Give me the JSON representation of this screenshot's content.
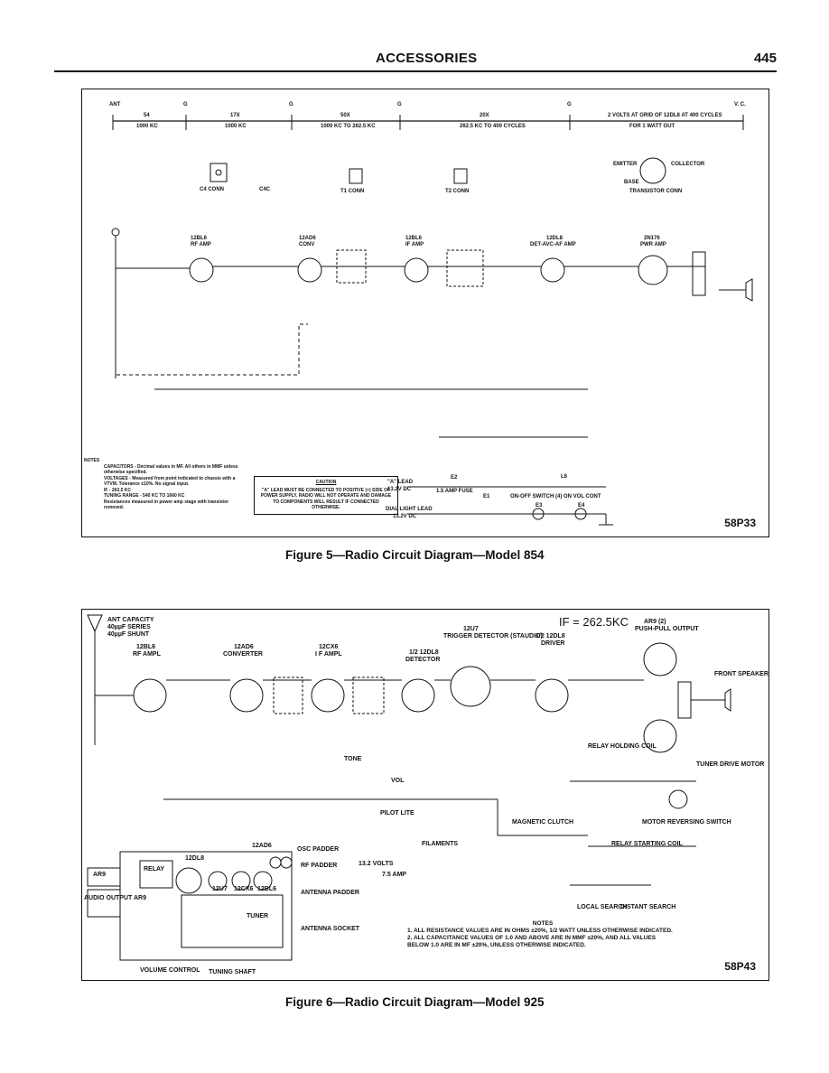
{
  "header": {
    "title": "ACCESSORIES",
    "page_number": "445"
  },
  "figure1": {
    "caption": "Figure 5—Radio Circuit Diagram—Model 854",
    "code": "58P33",
    "top_scale": {
      "labels": [
        "ANT",
        "G",
        "G",
        "G",
        "G",
        "V. C."
      ],
      "values": [
        "54",
        "17X",
        "50X",
        "20X",
        "2 VOLTS AT GRID OF 12DL8 AT 400 CYCLES"
      ],
      "sublabels": [
        "1000 KC",
        "1000 KC",
        "1000 KC TO 262.5 KC",
        "262.5 KC TO 400 CYCLES",
        "FOR 1 WATT OUT"
      ]
    },
    "tubes": [
      {
        "type": "12BL6",
        "role": "RF AMP"
      },
      {
        "type": "12AD6",
        "role": "CONV"
      },
      {
        "type": "12BL6",
        "role": "IF AMP"
      },
      {
        "type": "12DL8",
        "role": "DET-AVC-AF AMP"
      },
      {
        "type": "2N176",
        "role": "PWR AMP"
      }
    ],
    "connector_labels": [
      "C4 CONN",
      "C4C",
      "T1 CONN",
      "T2 CONN",
      "TRANSISTOR CONN"
    ],
    "transistor_pins": [
      "EMITTER",
      "COLLECTOR",
      "BASE"
    ],
    "notes_title": "NOTES",
    "notes": [
      "CAPACITORS - Decimal values in MF.  All others in MMF unless otherwise specified.",
      "VOLTAGES - Measured from point indicated to chassis with a VTVM.  Tolerance ±10%.  No signal input.",
      "IF - 262.5 KC",
      "TUNING RANGE - 540 KC TO 1660 KC",
      "Resistances measured in power amp stage with transistor removed."
    ],
    "caution_title": "CAUTION",
    "caution_text": "\"A\" LEAD MUST BE CONNECTED TO POSITIVE (+) SIDE OF POWER SUPPLY. RADIO WILL NOT OPERATE AND DAMAGE TO COMPONENTS WILL RESULT IF CONNECTED OTHERWISE.",
    "power_labels": [
      "\"A\" LEAD",
      "13.2V DC",
      "1.5 AMP FUSE",
      "ON-OFF SWITCH (4) ON VOL CONT",
      "DIAL LIGHT LEAD",
      "13.2V DC",
      "E1",
      "E2",
      "L6",
      "E3",
      "E4"
    ]
  },
  "figure2": {
    "caption": "Figure 6—Radio Circuit Diagram—Model 925",
    "code": "58P43",
    "if_label": "IF = 262.5KC",
    "antenna_note": [
      "ANT CAPACITY",
      "40µµF SERIES",
      "40µµF SHUNT"
    ],
    "stages": [
      {
        "tube": "12BL6",
        "role": "RF AMPL"
      },
      {
        "tube": "12AD6",
        "role": "CONVERTER"
      },
      {
        "tube": "12CX6",
        "role": "I F AMPL"
      },
      {
        "tube": "1/2 12DL8",
        "role": "DETECTOR"
      },
      {
        "tube": "12U7",
        "role": "TRIGGER DETECTOR (STAUDIO)"
      },
      {
        "tube": "1/2 12DL8",
        "role": "DRIVER"
      },
      {
        "tube": "AR9 (2)",
        "role": "PUSH-PULL OUTPUT"
      }
    ],
    "component_labels": [
      "FRONT SPEAKER",
      "TUNER DRIVE MOTOR",
      "MOTOR REVERSING SWITCH",
      "RELAY STARTING COIL",
      "RELAY HOLDING COIL",
      "MAGNETIC CLUTCH",
      "PILOT LITE",
      "FILAMENTS",
      "LOCAL SEARCH",
      "DISTANT SEARCH",
      "TONE",
      "VOL"
    ],
    "supply": [
      "13.2 VOLTS",
      "7.5 AMP"
    ],
    "layout_labels": [
      "12AD6",
      "OSC PADDER",
      "12DL8",
      "RELAY",
      "RF PADDER",
      "AR9",
      "AUDIO OUTPUT AR9",
      "12U7",
      "12CX6",
      "12BL6",
      "ANTENNA PADDER",
      "TUNER",
      "ANTENNA SOCKET",
      "VOLUME CONTROL",
      "TUNING SHAFT"
    ],
    "notes_title": "NOTES",
    "notes": [
      "1.  ALL RESISTANCE VALUES ARE IN OHMS ±20%, 1/2 WATT UNLESS OTHERWISE INDICATED.",
      "2.  ALL CAPACITANCE VALUES OF 1.0 AND ABOVE ARE IN MMF ±20%, AND ALL VALUES BELOW 1.0 ARE IN MF ±20%, UNLESS OTHERWISE INDICATED."
    ]
  }
}
